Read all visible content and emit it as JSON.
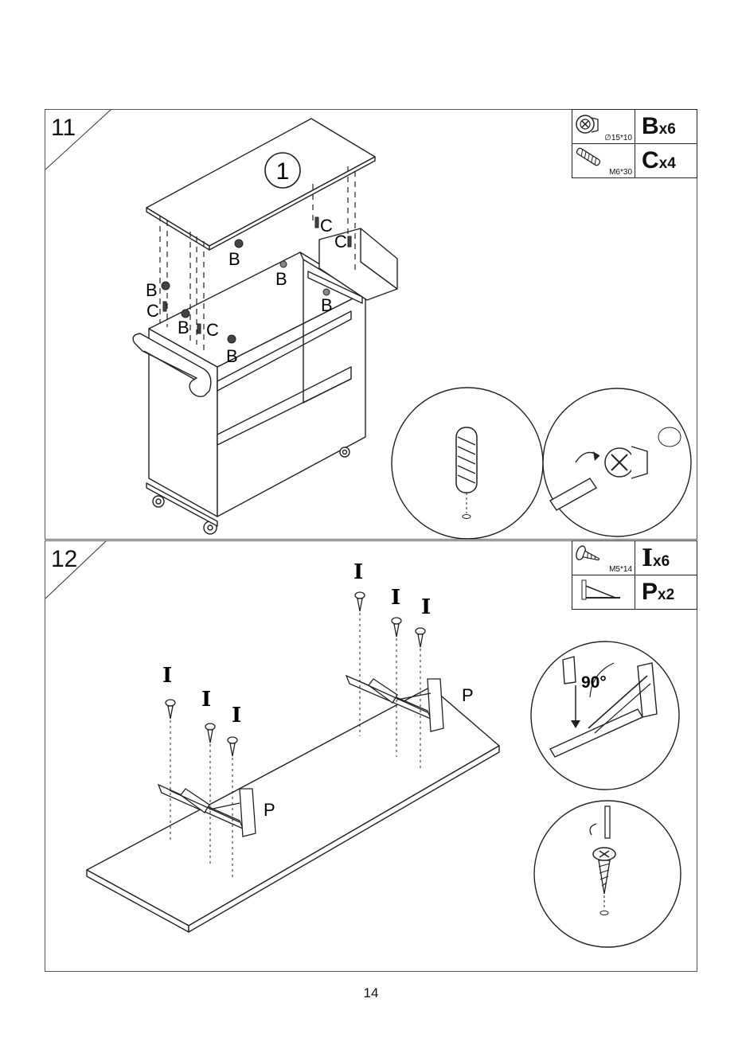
{
  "steps": [
    {
      "number": "11",
      "badge": "1",
      "parts": [
        {
          "icon": "cam-lock-icon",
          "spec": "∅15*10",
          "letter": "B",
          "qty": "x6"
        },
        {
          "icon": "wooden-dowel-icon",
          "spec": "M6*30",
          "letter": "C",
          "qty": "x4"
        }
      ],
      "labels": {
        "b1": "B",
        "b2": "B",
        "b3": "B",
        "b4": "B",
        "b5": "B",
        "b6": "B",
        "c1": "C",
        "c2": "C",
        "c3": "C",
        "c4": "C"
      }
    },
    {
      "number": "12",
      "parts": [
        {
          "icon": "screw-icon",
          "spec": "M5*14",
          "letter": "I",
          "qty": "x6"
        },
        {
          "icon": "folding-bracket-icon",
          "spec": "",
          "letter": "P",
          "qty": "x2"
        }
      ],
      "labels": {
        "i1": "I",
        "i2": "I",
        "i3": "I",
        "i4": "I",
        "i5": "I",
        "i6": "I",
        "p1": "P",
        "p2": "P"
      },
      "angle": "90°"
    }
  ],
  "page_number": "14"
}
